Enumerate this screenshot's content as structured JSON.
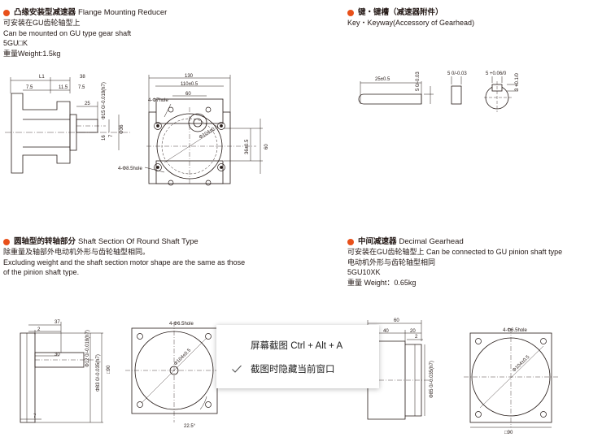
{
  "accent_color": "#e8501a",
  "flange": {
    "title_cn": "凸缘安装型减速器",
    "title_en": "Flange Mounting Reducer",
    "lines": [
      "可安装在GU齿轮轴型上",
      "Can be mounted on GU type gear shaft",
      "5GU□K",
      "重量Weight:1.5kg"
    ],
    "dims": {
      "l1": "L1",
      "d38": "38",
      "d7_5a": "7.5",
      "d11_5": "11.5",
      "d7_5b": "7.5",
      "d25": "25",
      "phi15": "Φ15 0/-0.018(h7)",
      "phi36": "Φ36",
      "d7": "7",
      "d16": "16",
      "d130": "130",
      "d110": "110±0.5",
      "d60": "60",
      "hole4_7": "4-Φ7hole",
      "hole4_8_5": "4-Φ8.5hole",
      "phi104": "Φ104±0.5",
      "d36": "36±0.5",
      "d60v": "60"
    }
  },
  "key": {
    "title_cn": "键・键槽（减速器附件）",
    "title_en": "Key・Keyway(Accessory of Gearhead)",
    "dims": {
      "d25": "25±0.5",
      "d5a": "5 0/-0.03",
      "d5b": "5 0/-0.03",
      "d5c": "5 +0.06/0",
      "d3": "3 +0.1/0"
    }
  },
  "round": {
    "title_cn": "圆轴型的转轴部分",
    "title_en": "Shaft Section Of Round Shaft Type",
    "lines": [
      "除重量及轴部外电动机外形与齿轮轴型相同。",
      "Excluding weight and the shaft section motor shape are the same as those",
      "of the pinion shaft type."
    ],
    "dims": {
      "d37": "37",
      "d2": "2",
      "d30": "30",
      "phi12": "Φ12 0/-0.018(h7)",
      "phi83": "Φ83 0/-0.035(h7)",
      "sq90": "□90",
      "d7": "7",
      "hole4_6_5": "4-Φ6.5hole",
      "phi104": "Φ104±0.5",
      "ang": "22.5°"
    }
  },
  "decimal": {
    "title_cn": "中间减速器",
    "title_en": "Decimal Gearhead",
    "lines": [
      "可安装在GU齿轮轴型上 Can be connected to GU pinion shaft type",
      "电动机外形与齿轮轴型相同",
      "5GU10XK",
      "重量 Weight：0.65kg"
    ],
    "dims": {
      "d60": "60",
      "d40": "40",
      "d20": "20",
      "d2": "2",
      "phi85": "Φ85 0/-0.035(h7)",
      "hole4_6_5": "4-Φ6.5hole",
      "phi104": "Φ104±0.5",
      "sq90": "□90"
    }
  },
  "context_menu": {
    "item1": "屏幕截图 Ctrl + Alt + A",
    "item2": "截图时隐藏当前窗口"
  }
}
